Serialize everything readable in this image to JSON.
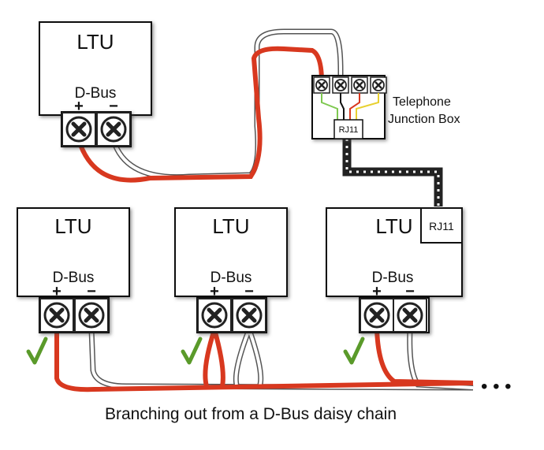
{
  "top_unit": {
    "title": "LTU",
    "bus_label": "D-Bus",
    "plus": "+",
    "minus": "−"
  },
  "bottom_units": [
    {
      "title": "LTU",
      "bus_label": "D-Bus",
      "plus": "+",
      "minus": "−"
    },
    {
      "title": "LTU",
      "bus_label": "D-Bus",
      "plus": "+",
      "minus": "−"
    },
    {
      "title": "LTU",
      "bus_label": "D-Bus",
      "plus": "+",
      "minus": "−",
      "jack_label": "RJ11"
    }
  ],
  "junction_box": {
    "label_line1": "Telephone",
    "label_line2": "Junction Box",
    "jack_label": "RJ11"
  },
  "continuation": "• • •",
  "caption": "Branching out from a D-Bus daisy chain",
  "icons": [
    "checkmark-icon",
    "screw-terminal-icon"
  ],
  "colors": {
    "positive_wire": "#d8381f",
    "negative_wire": "#ffffff",
    "wire_outline": "#555555",
    "checkmark": "#5a9a2a",
    "cable": "#222222",
    "box_shadow": "#444444"
  }
}
